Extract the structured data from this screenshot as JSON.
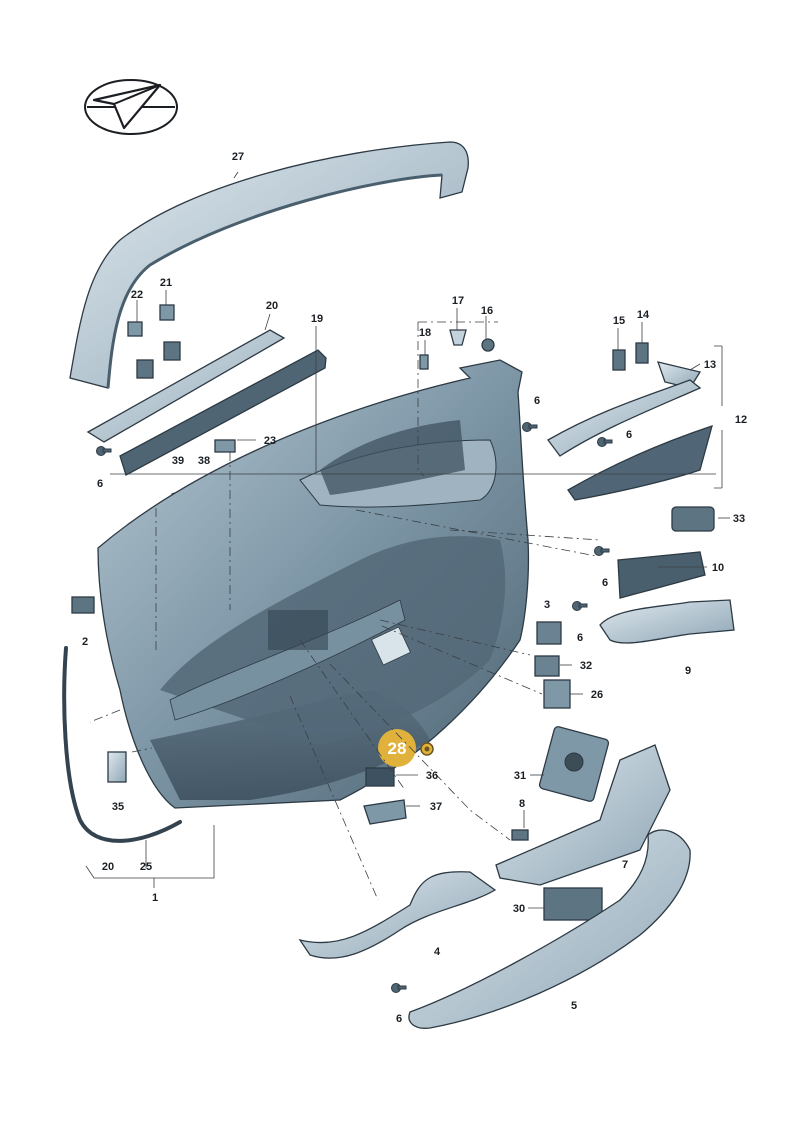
{
  "diagram": {
    "highlight_color": "#e0b23b",
    "part_color": "#7f98a8",
    "part_dark": "#4a5f6d",
    "part_light": "#c3d2dc",
    "labels": {
      "p1": "1",
      "p2": "2",
      "p3": "3",
      "p4": "4",
      "p5": "5",
      "p6a": "6",
      "p6b": "6",
      "p6c": "6",
      "p6d": "6",
      "p6e": "6",
      "p6f": "6",
      "p7": "7",
      "p8": "8",
      "p9": "9",
      "p10": "10",
      "p12": "12",
      "p13": "13",
      "p14": "14",
      "p15": "15",
      "p16": "16",
      "p17": "17",
      "p18": "18",
      "p19": "19",
      "p20a": "20",
      "p20b": "20",
      "p21": "21",
      "p22": "22",
      "p23": "23",
      "p25": "25",
      "p26": "26",
      "p27": "27",
      "p28": "28",
      "p30": "30",
      "p31": "31",
      "p32": "32",
      "p33": "33",
      "p35": "35",
      "p36": "36",
      "p37": "37",
      "p38": "38",
      "p39": "39"
    }
  }
}
